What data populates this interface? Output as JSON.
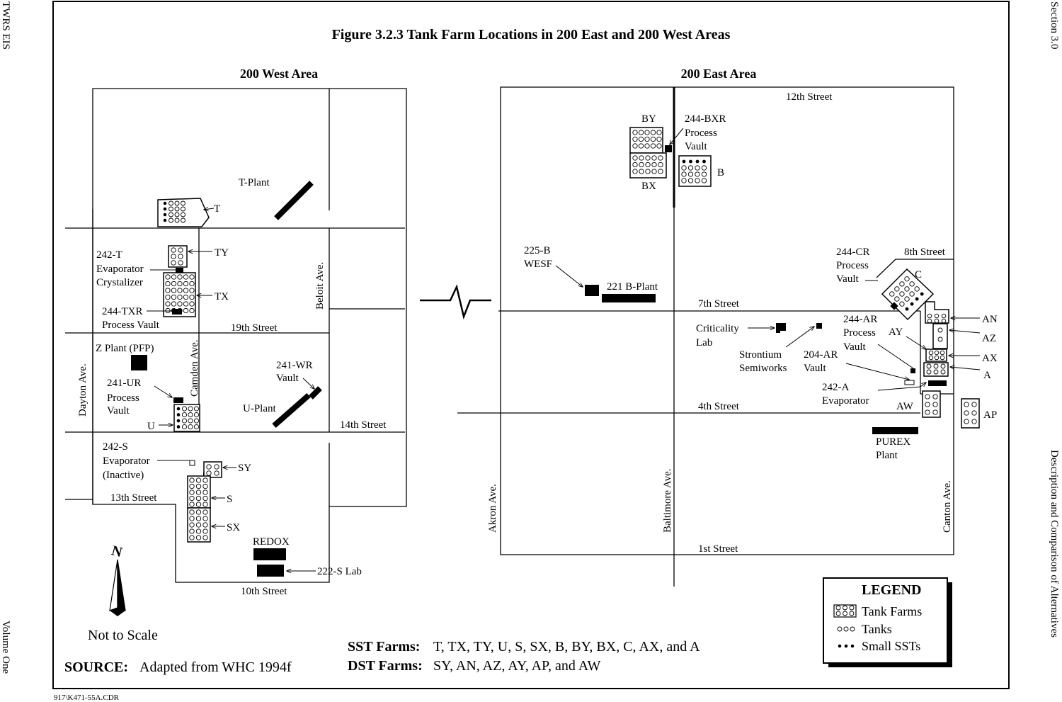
{
  "header": {
    "left": "TWRS EIS",
    "right": "Section 3.0"
  },
  "footer_side": {
    "left": "Volume One",
    "right": "Description and Comparison of Alternatives"
  },
  "file_code": "917\\K471-55A.CDR",
  "title": "Figure 3.2.3  Tank Farm Locations in 200 East and 200 West Areas",
  "west": {
    "heading": "200 West Area",
    "streets": {
      "s19": "19th Street",
      "s14": "14th Street",
      "s13": "13th Street",
      "s10": "10th Street",
      "dayton": "Dayton Ave.",
      "camden": "Camden Ave.",
      "beloit": "Beloit Ave."
    },
    "labels": {
      "tplant": "T-Plant",
      "t": "T",
      "ty": "TY",
      "tx": "TX",
      "evap242t_1": "242-T",
      "evap242t_2": "Evaporator",
      "evap242t_3": "Crystalizer",
      "txr_1": "244-TXR",
      "txr_2": "Process Vault",
      "zplant": "Z Plant (PFP)",
      "ur_1": "241-UR",
      "ur_2": "Process",
      "ur_3": "Vault",
      "u": "U",
      "wr_1": "241-WR",
      "wr_2": "Vault",
      "uplant": "U-Plant",
      "s242_1": "242-S",
      "s242_2": "Evaporator",
      "s242_3": "(Inactive)",
      "sy": "SY",
      "s": "S",
      "sx": "SX",
      "redox": "REDOX",
      "slab": "222-S Lab"
    }
  },
  "east": {
    "heading": "200 East Area",
    "streets": {
      "s12": "12th Street",
      "s8": "8th Street",
      "s7": "7th Street",
      "s4": "4th Street",
      "s1": "1st Street",
      "akron": "Akron Ave.",
      "baltimore": "Baltimore Ave.",
      "canton": "Canton Ave."
    },
    "labels": {
      "by": "BY",
      "bx": "BX",
      "b": "B",
      "bxr_1": "244-BXR",
      "bxr_2": "Process",
      "bxr_3": "Vault",
      "wesf_1": "225-B",
      "wesf_2": "WESF",
      "bplant": "221 B-Plant",
      "cr_1": "244-CR",
      "cr_2": "Process",
      "cr_3": "Vault",
      "c": "C",
      "crit_1": "Criticality",
      "crit_2": "Lab",
      "stron_1": "Strontium",
      "stron_2": "Semiworks",
      "ar204_1": "204-AR",
      "ar204_2": "Vault",
      "ar244_1": "244-AR",
      "ar244_2": "Process",
      "ar244_3": "Vault",
      "ay": "AY",
      "an": "AN",
      "az": "AZ",
      "ax": "AX",
      "a": "A",
      "evap242a_1": "242-A",
      "evap242a_2": "Evaporator",
      "aw": "AW",
      "ap": "AP",
      "purex_1": "PUREX",
      "purex_2": "Plant"
    }
  },
  "north_symbol": "N",
  "scale_note": "Not to Scale",
  "source": {
    "label": "SOURCE:",
    "text": "Adapted from WHC 1994f"
  },
  "farms_lists": {
    "sst_label": "SST Farms:",
    "sst_text": "T, TX, TY, U, S, SX, B, BY, BX, C, AX, and A",
    "dst_label": "DST Farms:",
    "dst_text": "SY, AN, AZ, AY, AP, and AW"
  },
  "legend": {
    "title": "LEGEND",
    "items": [
      "Tank Farms",
      "Tanks",
      "Small SSTs"
    ]
  }
}
